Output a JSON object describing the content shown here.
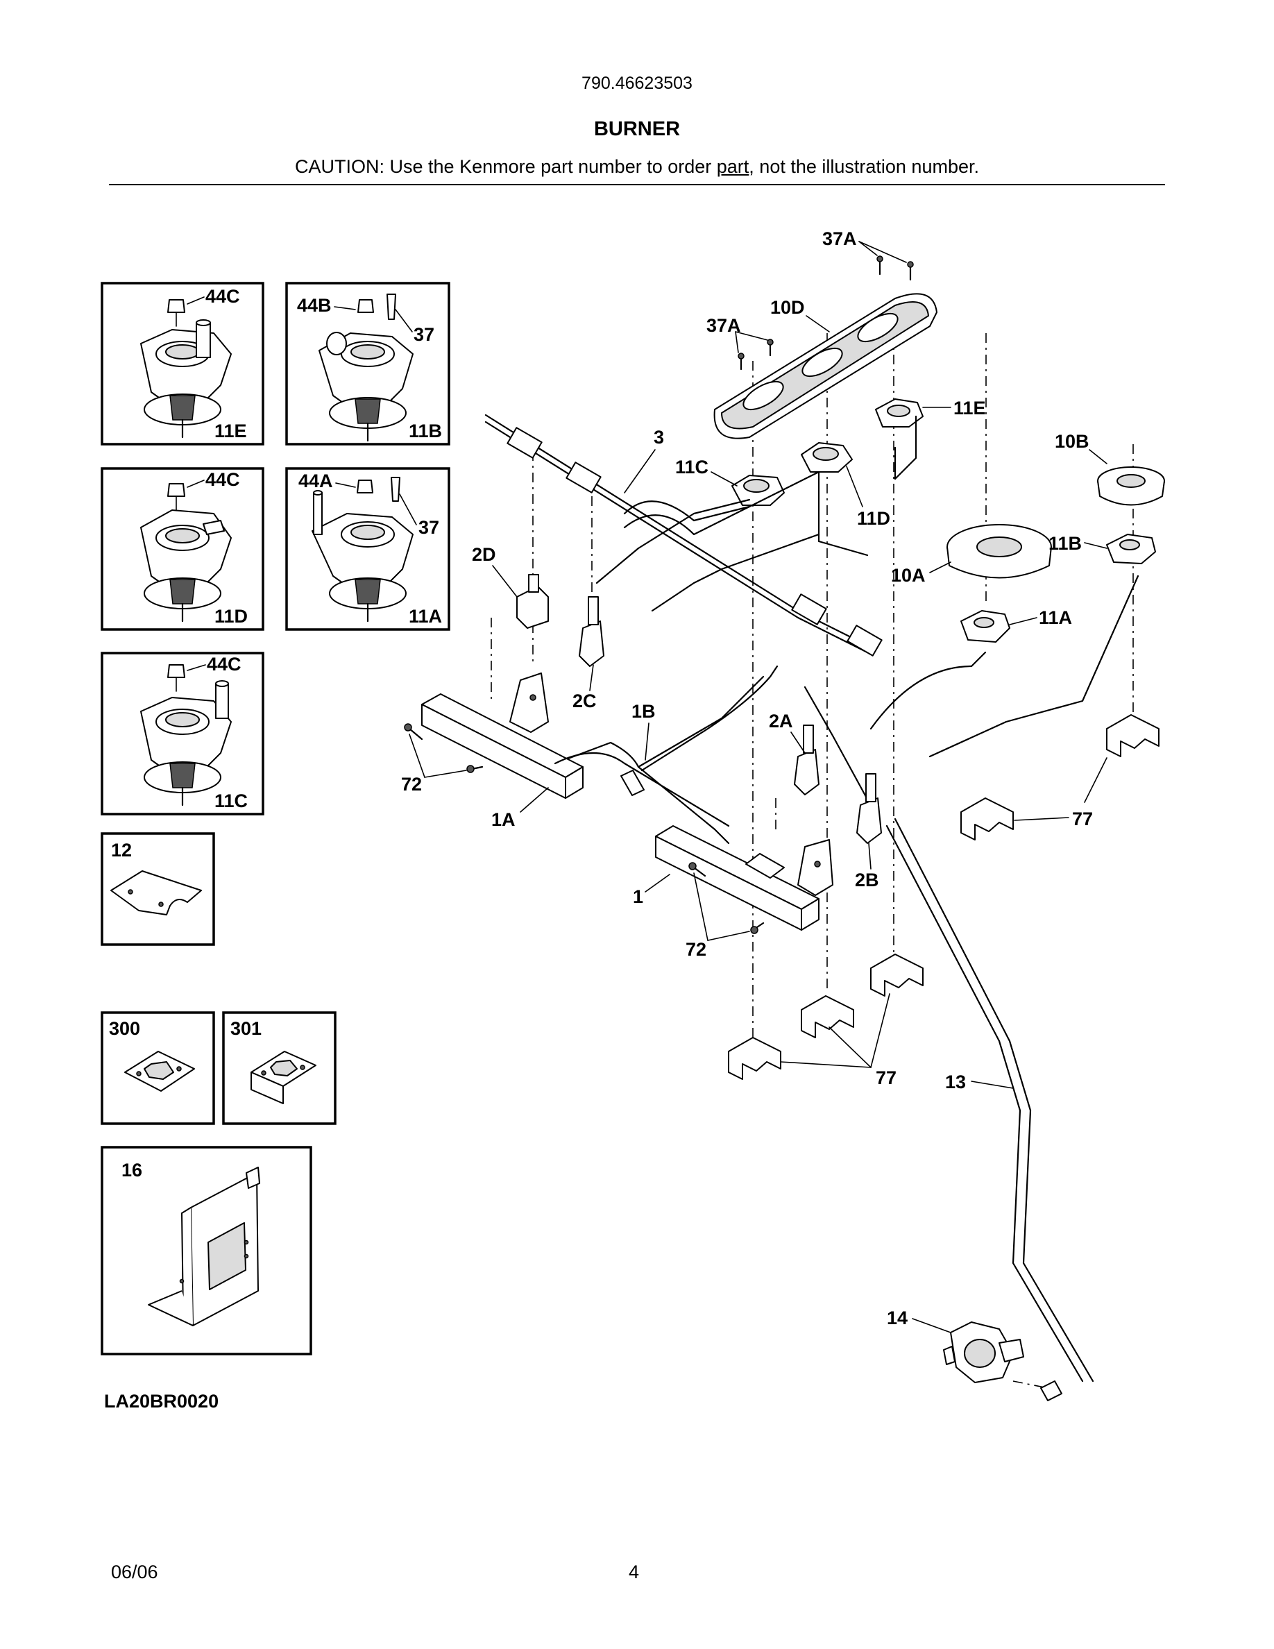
{
  "header": {
    "model_number": "790.46623503",
    "title": "BURNER",
    "caution_prefix": "CAUTION: Use the Kenmore part number to order ",
    "caution_link": "part",
    "caution_suffix": ", not the illustration number."
  },
  "insets": {
    "inset_11e": {
      "screw": "44C",
      "part": "11E"
    },
    "inset_11b": {
      "screw": "44B",
      "screw2": "37",
      "part": "11B"
    },
    "inset_11d": {
      "screw": "44C",
      "part": "11D"
    },
    "inset_11a": {
      "screw": "44A",
      "screw2": "37",
      "part": "11A"
    },
    "inset_11c": {
      "screw": "44C",
      "part": "11C"
    },
    "inset_12": {
      "part": "12"
    },
    "inset_300": {
      "part": "300"
    },
    "inset_301": {
      "part": "301"
    },
    "inset_16": {
      "part": "16"
    }
  },
  "callouts": {
    "c37a_top": "37A",
    "c10d": "10D",
    "c37a_left": "37A",
    "c11e": "11E",
    "c3": "3",
    "c11c": "11C",
    "c10b": "10B",
    "c11d": "11D",
    "c2d": "2D",
    "c11b": "11B",
    "c10a": "10A",
    "c11a": "11A",
    "c2c": "2C",
    "c1b": "1B",
    "c2a": "2A",
    "c72_left": "72",
    "c1a": "1A",
    "c77_right": "77",
    "c2b": "2B",
    "c1": "1",
    "c72_mid": "72",
    "c77_bottom": "77",
    "c13": "13",
    "c14": "14"
  },
  "footer": {
    "drawing_code": "LA20BR0020",
    "date": "06/06",
    "page": "4"
  }
}
